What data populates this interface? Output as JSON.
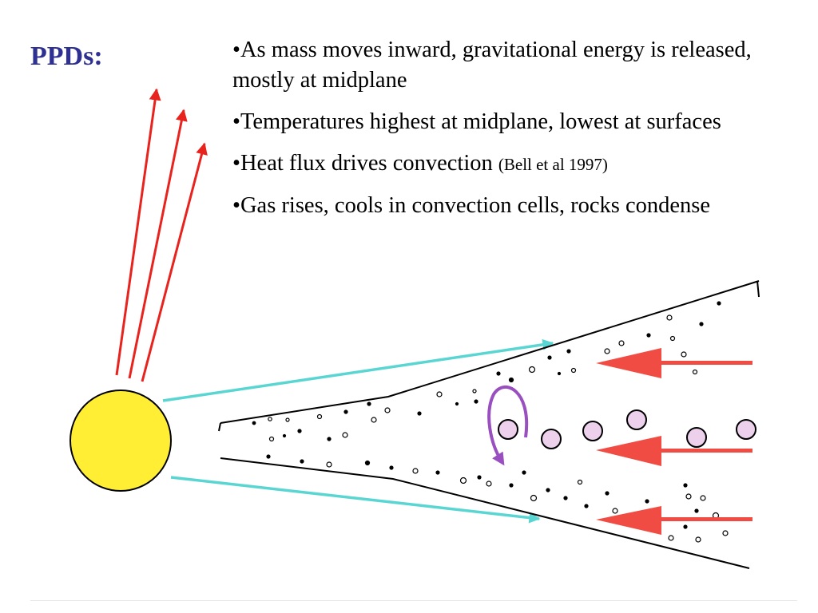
{
  "slide": {
    "title": "PPDs:",
    "bullets": [
      {
        "text": "•As mass moves inward, gravitational energy is released, mostly at midplane",
        "note": ""
      },
      {
        "text": "•Temperatures highest at midplane, lowest at surfaces",
        "note": ""
      },
      {
        "text": "•Heat flux drives convection ",
        "note": "(Bell et al 1997)"
      },
      {
        "text": "•Gas rises, cools in convection cells, rocks condense",
        "note": ""
      }
    ]
  },
  "diagram": {
    "star_color": "#ffee33",
    "radiation_arrow_color": "#e8231e",
    "flow_arrow_color": "#f04c44",
    "light_arrow_color": "#5ad6d2",
    "convection_arrow_color": "#9a4fc0",
    "midplane_particle_color": "#ecd0ec",
    "icons": [
      "star",
      "radiation-arrow",
      "inflow-arrow",
      "convection-loop-arrow",
      "starlight-arrow"
    ]
  }
}
